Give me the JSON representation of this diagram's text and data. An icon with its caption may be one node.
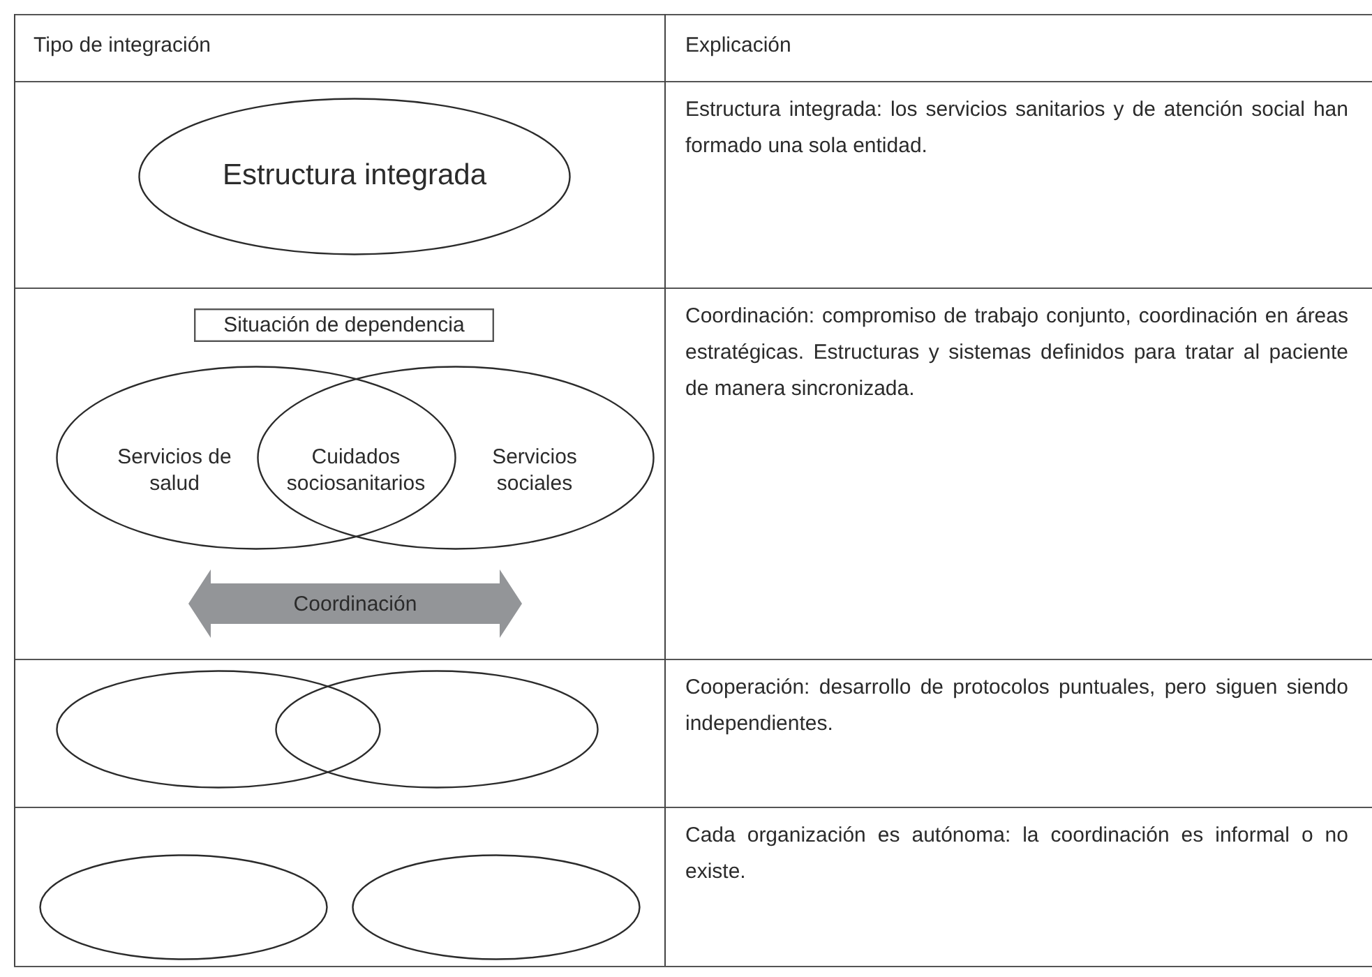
{
  "diagram": {
    "nodes": [
      {
        "text": [
          "Estructura integrada"
        ]
      },
      {
        "text": [
          "Situación de dependencia"
        ]
      },
      {
        "text": [
          "Servicios de salud"
        ]
      },
      {
        "text": [
          "Cuidados sociosanitarios"
        ]
      },
      {
        "text": [
          "Servicios sociales"
        ]
      },
      {
        "text": [
          "Coordinación"
        ]
      },
      {
        "text": [],
        "shape": "ellipse"
      },
      {
        "text": [],
        "shape": "ellipse"
      },
      {
        "text": [],
        "shape": "ellipse"
      },
      {
        "text": [],
        "shape": "ellipse"
      }
    ],
    "labels": [
      "Tipo de integración",
      "Explicación",
      "Estructura integrada: los servicios sanitarios y de atención social han formado una sola entidad.",
      "Coordinación: compromiso de trabajo conjunto, coordinación en áreas estratégicas. Estructuras y sistemas definidos para tratar al paciente de manera sincronizada.",
      "Cooperación: desarrollo de protocolos puntuales, pero siguen siendo independientes.",
      "Cada organización es autónoma: la coordinación es informal o no existe."
    ]
  }
}
